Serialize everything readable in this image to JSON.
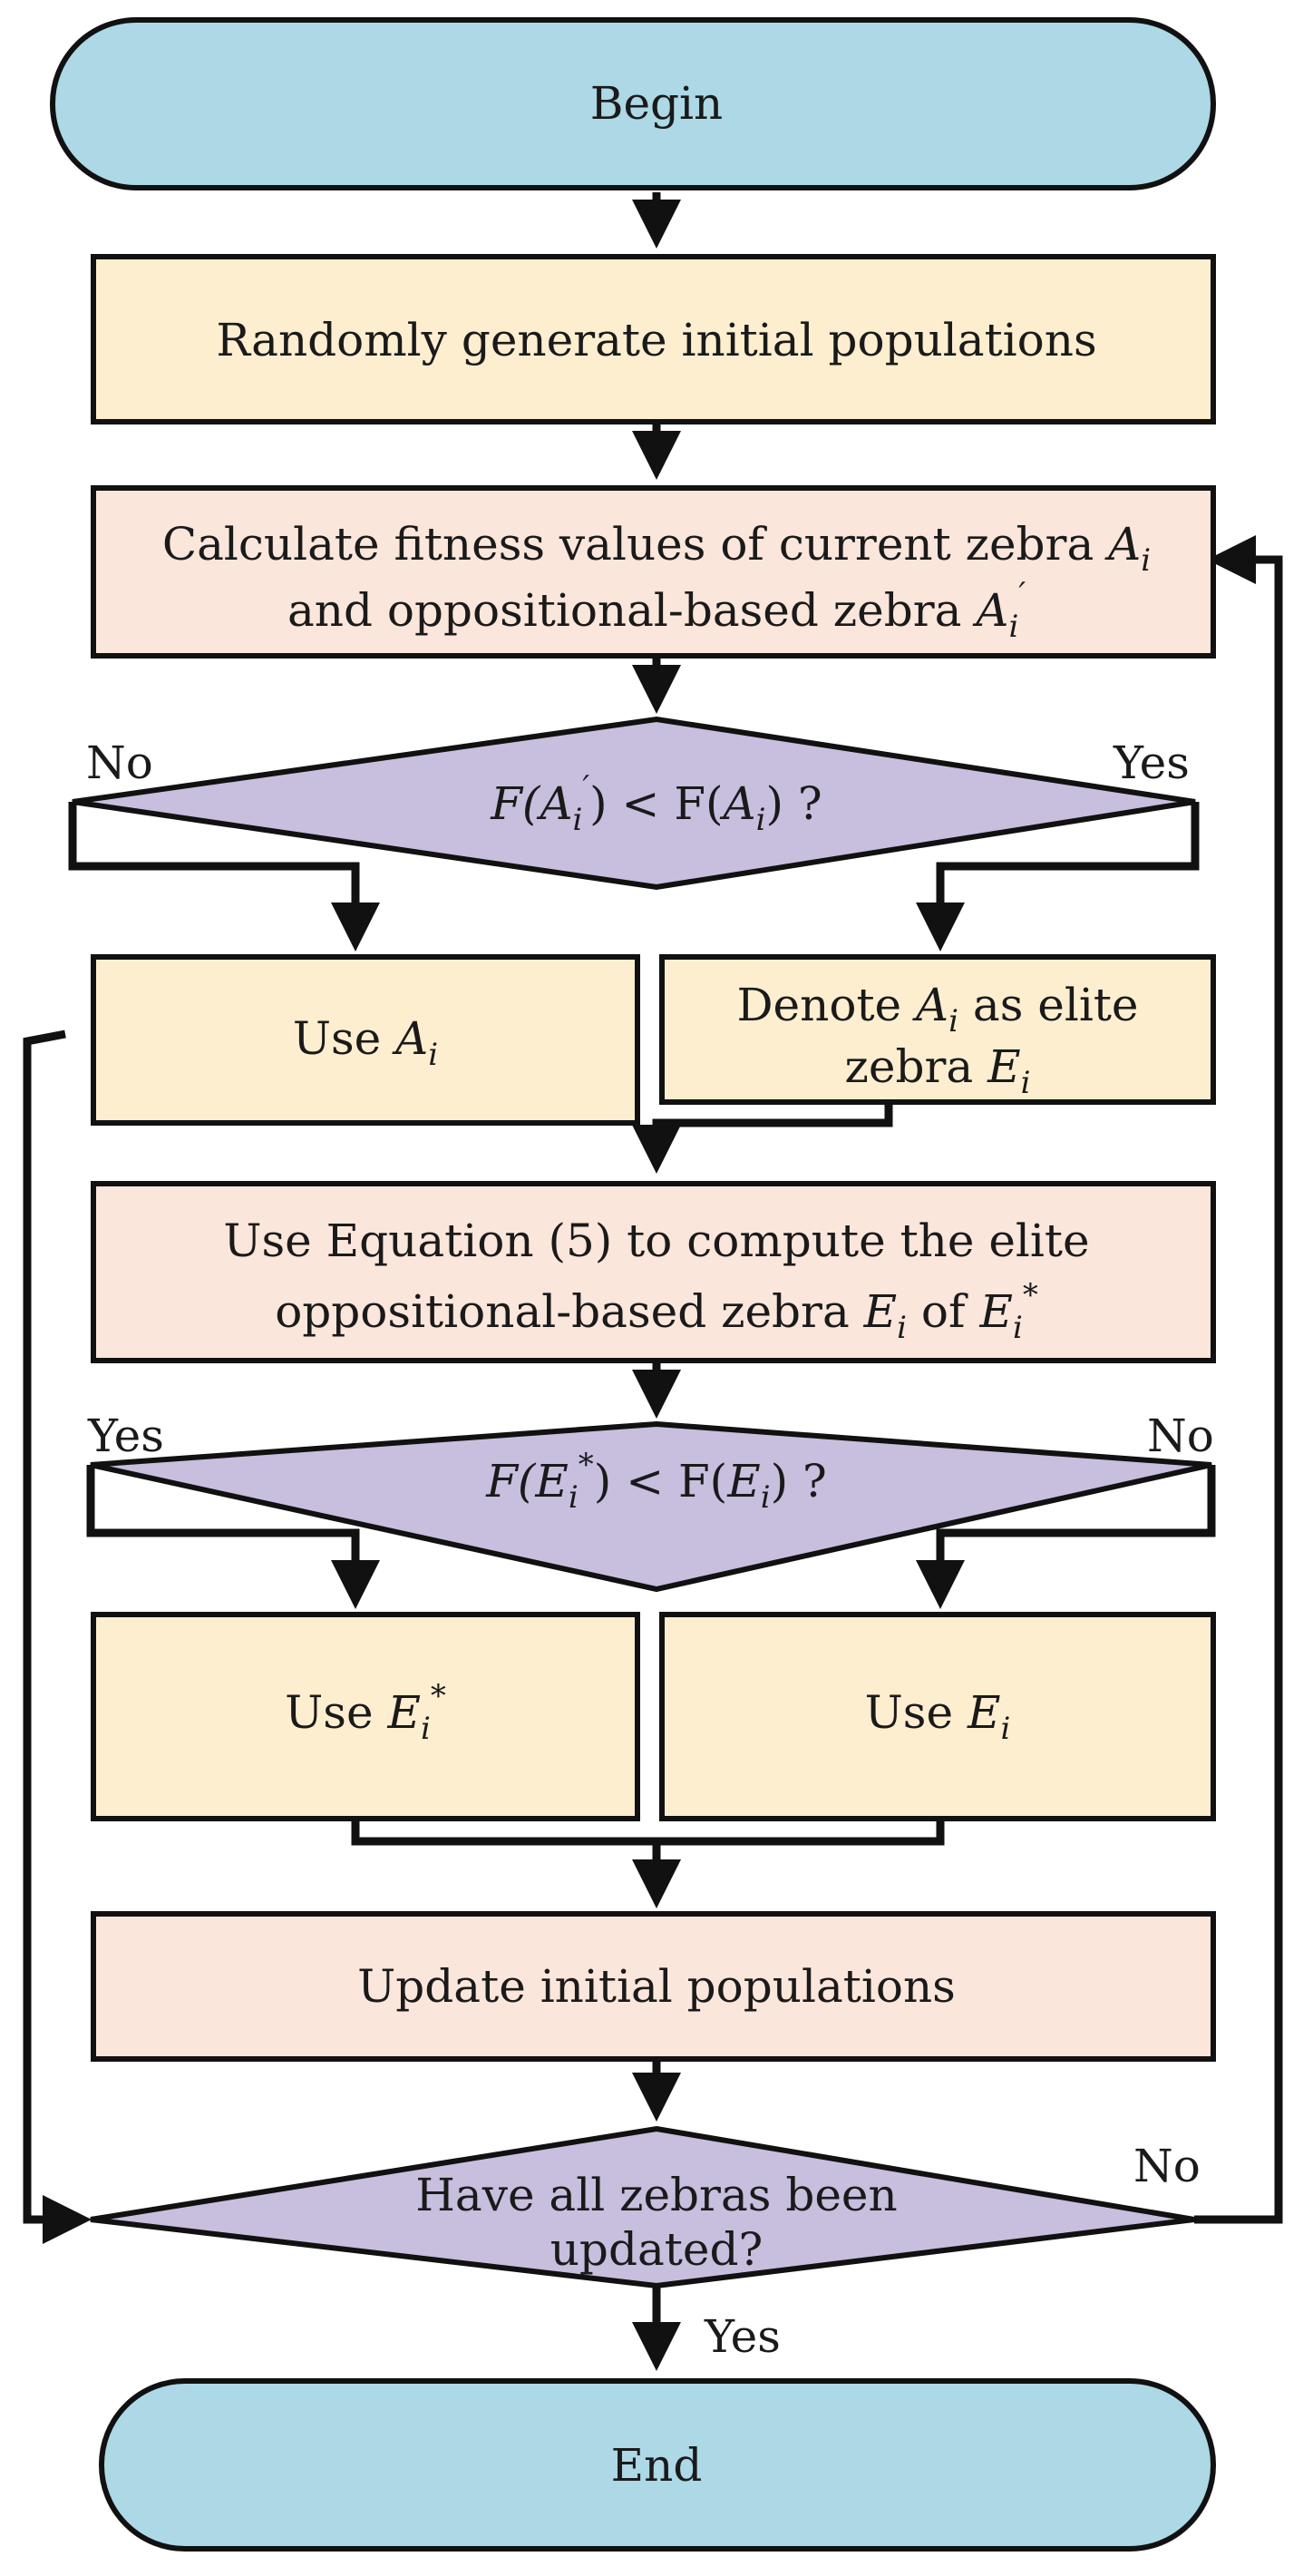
{
  "colors": {
    "terminal": "#add8e6",
    "process_light": "#fdeed0",
    "process_peach": "#fbe6dc",
    "decision": "#c8bede",
    "stroke": "#111111"
  },
  "nodes": {
    "begin": {
      "label": "Begin"
    },
    "generate": {
      "label": "Randomly generate initial populations"
    },
    "calculate": {
      "line1": "Calculate fitness values of current zebra ",
      "line1_var": "A",
      "line1_sub": "i",
      "line2": "and oppositional-based zebra ",
      "line2_var": "A",
      "line2_sub": "i",
      "line2_sup": "′"
    },
    "decision1": {
      "pre": "F(",
      "var1": "A",
      "sub1": "i",
      "sup1": "′",
      "mid": ") < F(",
      "var2": "A",
      "sub2": "i",
      "post": ") ?",
      "no_label": "No",
      "yes_label": "Yes"
    },
    "use_a": {
      "label": "Use ",
      "var": "A",
      "sub": "i"
    },
    "denote": {
      "line1_pre": "Denote ",
      "line1_var": "A",
      "line1_sub": "i",
      "line1_post": " as elite",
      "line2_pre": "zebra ",
      "line2_var": "E",
      "line2_sub": "i"
    },
    "equation": {
      "line1": "Use Equation (5) to compute the elite",
      "line2_pre": "oppositional-based zebra ",
      "line2_var1": "E",
      "line2_sub1": "i",
      "line2_mid": " of ",
      "line2_var2": "E",
      "line2_sub2": "i",
      "line2_sup2": "*"
    },
    "decision2": {
      "pre": "F(",
      "var1": "E",
      "sub1": "i",
      "sup1": "*",
      "mid": ") < F(",
      "var2": "E",
      "sub2": "i",
      "post": ") ?",
      "yes_label": "Yes",
      "no_label": "No"
    },
    "use_e_star": {
      "label": "Use ",
      "var": "E",
      "sub": "i",
      "sup": "*"
    },
    "use_e": {
      "label": "Use ",
      "var": "E",
      "sub": "i"
    },
    "update": {
      "label": "Update initial populations"
    },
    "decision3": {
      "line1": "Have all zebras been",
      "line2": "updated?",
      "no_label": "No",
      "yes_label": "Yes"
    },
    "end": {
      "label": "End"
    }
  }
}
